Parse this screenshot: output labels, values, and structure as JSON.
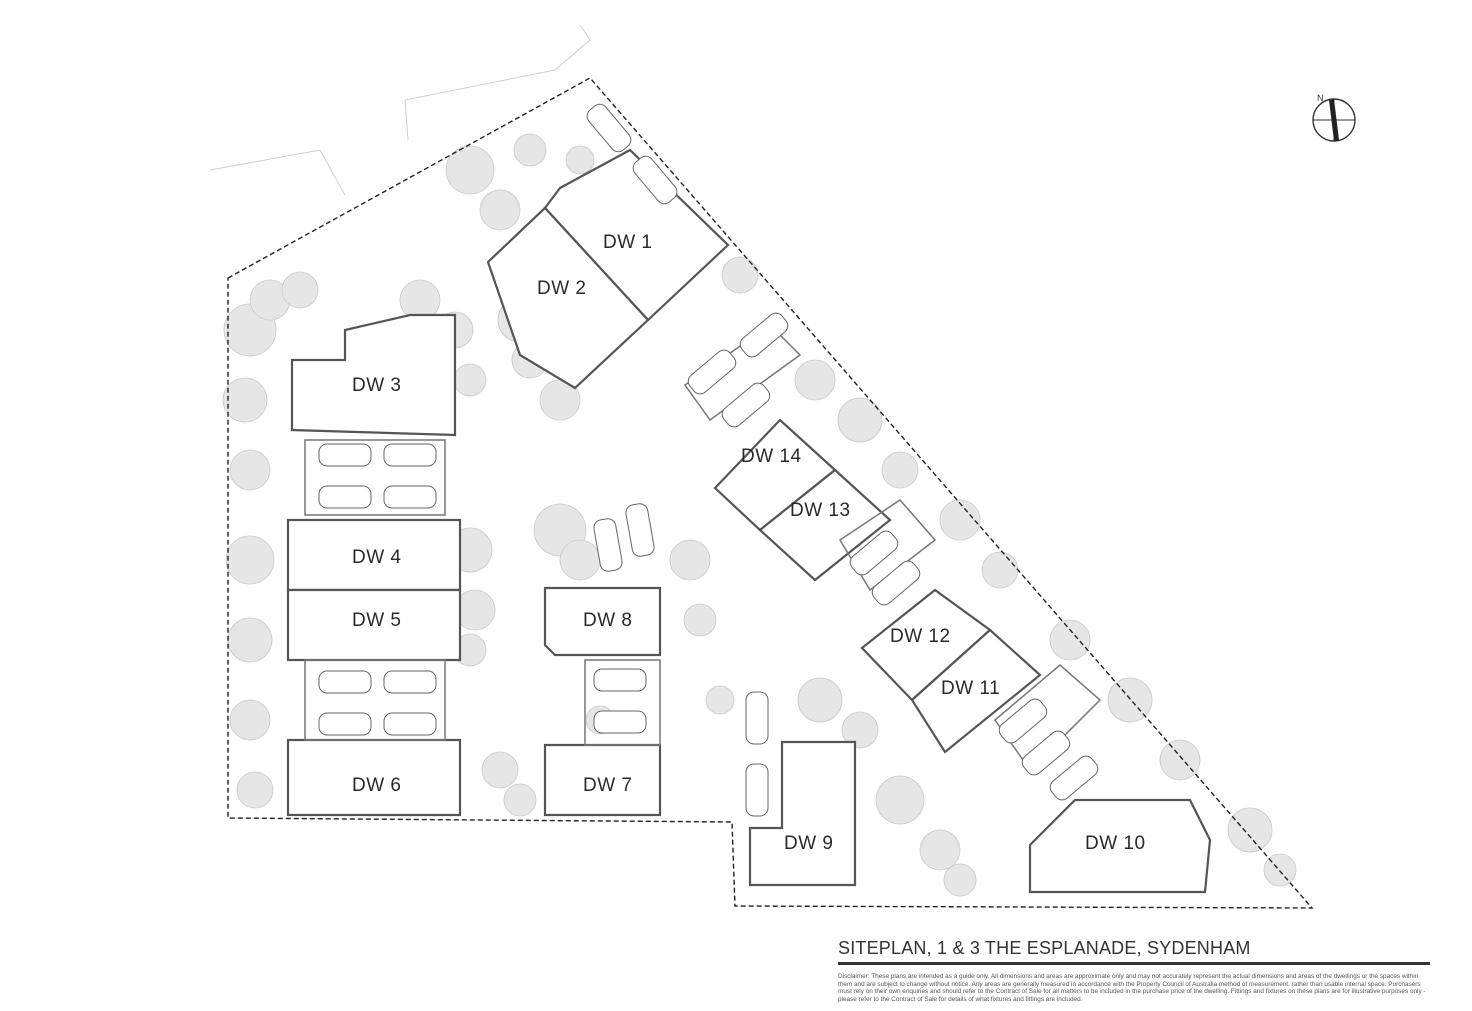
{
  "title": "SITEPLAN, 1 & 3 THE ESPLANADE, SYDENHAM",
  "disclaimer": "Disclaimer: These plans are intended as a guide only. All dimensions and areas are approximate only and may not accurately represent the actual dimensions and areas of the dwellings or the spaces within them and are subject to change without notice. Any areas are generally measured in accordance with the Property Council of Australia method of measurement, rather than usable internal space. Purchasers must rely on their own enquiries and should refer to the Contract of Sale for all matters to be included in the purchase price of the dwelling. Fittings and fixtures on these plans are for illustrative purposes only - please refer to the Contract of Sale for details of what fixtures and fittings are included.",
  "north_label": "N",
  "dwellings": {
    "dw1": "DW 1",
    "dw2": "DW 2",
    "dw3": "DW 3",
    "dw4": "DW 4",
    "dw5": "DW 5",
    "dw6": "DW 6",
    "dw7": "DW 7",
    "dw8": "DW 8",
    "dw9": "DW 9",
    "dw10": "DW 10",
    "dw11": "DW 11",
    "dw12": "DW 12",
    "dw13": "DW 13",
    "dw14": "DW 14"
  }
}
